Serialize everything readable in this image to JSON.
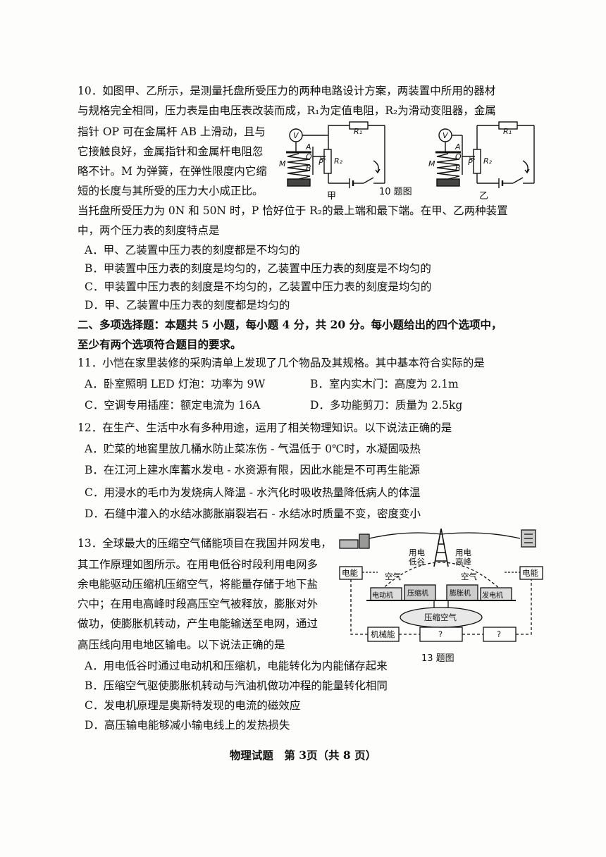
{
  "q10": {
    "lines": [
      "10．如图甲、乙所示，是测量托盘所受压力的两种电路设计方案，两装置中所用的器材",
      "与规格完全相同，压力表是由电压表改装而成，R₁为定值电阻，R₂为滑动变阻器，金属",
      "指针 OP 可在金属杆 AB 上滑动，且与",
      "它接触良好，金属指针和金属杆电阻忽",
      "略不计。M 为弹簧，在弹性限度内它缩",
      "短的长度与其所受的压力大小成正比。",
      "当托盘所受压力为 0N 和 50N 时，P 恰好位于 R₂的最上端和最下端。在甲、乙两种装置",
      "中，两个压力表的刻度特点是"
    ],
    "options": [
      "A．甲、乙装置中压力表的刻度都是不均匀的",
      "B．甲装置中压力表的刻度是均匀的，乙装置中压力表的刻度是不均匀的",
      "C．甲装置中压力表的刻度是不均匀的，乙装置中压力表的刻度是均匀的",
      "D．甲、乙装置中压力表的刻度都是均匀的"
    ],
    "figure": {
      "caption": "10 题图",
      "left_label": "甲",
      "right_label": "乙",
      "labels": {
        "V": "V",
        "R1": "R₁",
        "R2": "R₂",
        "A": "A",
        "O": "O",
        "B": "B",
        "P": "P",
        "M": "M"
      }
    }
  },
  "section2": {
    "lines": [
      "二、多项选择题：本题共 5 小题，每小题 4 分，共 20 分。每小题给出的四个选项中，",
      "至少有两个选项符合题目的要求。"
    ]
  },
  "q11": {
    "stem": "11．小恺在家里装修的采购清单上发现了几个物品及其规格。其中基本符合实际的是",
    "options": [
      "A．卧室照明 LED 灯泡：功率为 9W",
      "B．室内实木门：高度为 2.1m",
      "C．空调专用插座：额定电流为 16A",
      "D．多功能剪刀：质量为 2.5kg"
    ]
  },
  "q12": {
    "stem": "12．在生产、生活中水有多种用途，运用了相关物理知识。以下说法正确的是",
    "options": [
      "A．贮菜的地窖里放几桶水防止菜冻伤 - 气温低于 0℃时，水凝固吸热",
      "B．在江河上建水库蓄水发电 - 水资源有限，因此水能是不可再生能源",
      "C．用浸水的毛巾为发烧病人降温 - 水汽化时吸收热量降低病人的体温",
      "D．石缝中灌入的水结冰膨胀崩裂岩石 - 水结冰时质量不变，密度变小"
    ]
  },
  "q13": {
    "lines": [
      "13．全球最大的压缩空气储能项目在我国并网发电，",
      "其工作原理如图所示。在用电低谷时段利用电网多",
      "余电能驱动压缩机压缩空气，将能量存储于地下盐",
      "穴中；在用电高峰时段高压空气被释放，膨胀对外",
      "做功，使膨胀机转动，产生电能输送至电网，通过",
      "高压线向用电地区输电。以下说法正确的是"
    ],
    "options": [
      "A．用电低谷时通过电动机和压缩机，电能转化为内能储存起来",
      "B．压缩空气驱使膨胀机转动与汽油机做功冲程的能量转化相同",
      "C．发电机原理是奥斯特发现的电流的磁效应",
      "D．高压输电能够减小输电线上的发热损失"
    ],
    "figure": {
      "caption": "13 题图",
      "labels": {
        "electric_left": "电能",
        "electric_right": "电能",
        "low_peak_1": "用电",
        "low_peak_2": "低谷",
        "high_peak_1": "用电",
        "high_peak_2": "高峰",
        "air_left": "空气",
        "air_right": "空气",
        "motor": "电动机",
        "compressor": "压缩机",
        "expander": "膨胀机",
        "generator": "发电机",
        "compressed_air": "压缩空气",
        "mechanical": "机械能",
        "unknown1": "?",
        "unknown2": "?"
      }
    }
  },
  "footer": "物理试题　第 3页（共 8 页）"
}
